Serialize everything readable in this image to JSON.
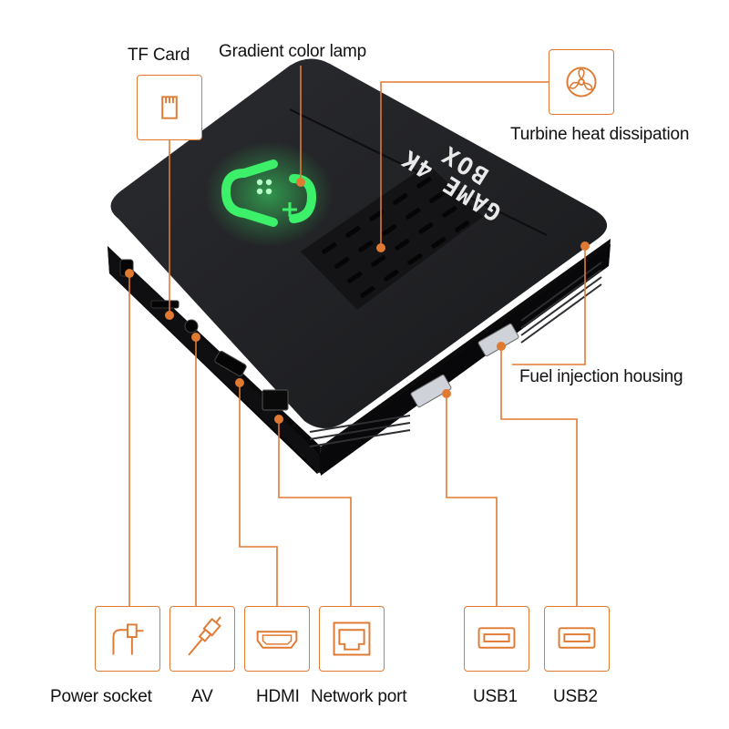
{
  "labels": {
    "tf_card": "TF Card",
    "gradient_lamp": "Gradient color lamp",
    "turbine": "Turbine heat dissipation",
    "fuel_injection": "Fuel injection housing",
    "power_socket": "Power socket",
    "av": "AV",
    "hdmi": "HDMI",
    "network_port": "Network port",
    "usb1": "USB1",
    "usb2": "USB2"
  },
  "device": {
    "brand_line1": "GAME 4K",
    "brand_line2": "BOX"
  },
  "colors": {
    "accent": "#e07a32",
    "body": "#1b1b1d",
    "logo_green": "#3cf06a"
  },
  "icons": [
    "sd-card-icon",
    "fan-icon",
    "power-plug-icon",
    "av-cable-icon",
    "hdmi-port-icon",
    "ethernet-port-icon",
    "usb-port-icon"
  ]
}
